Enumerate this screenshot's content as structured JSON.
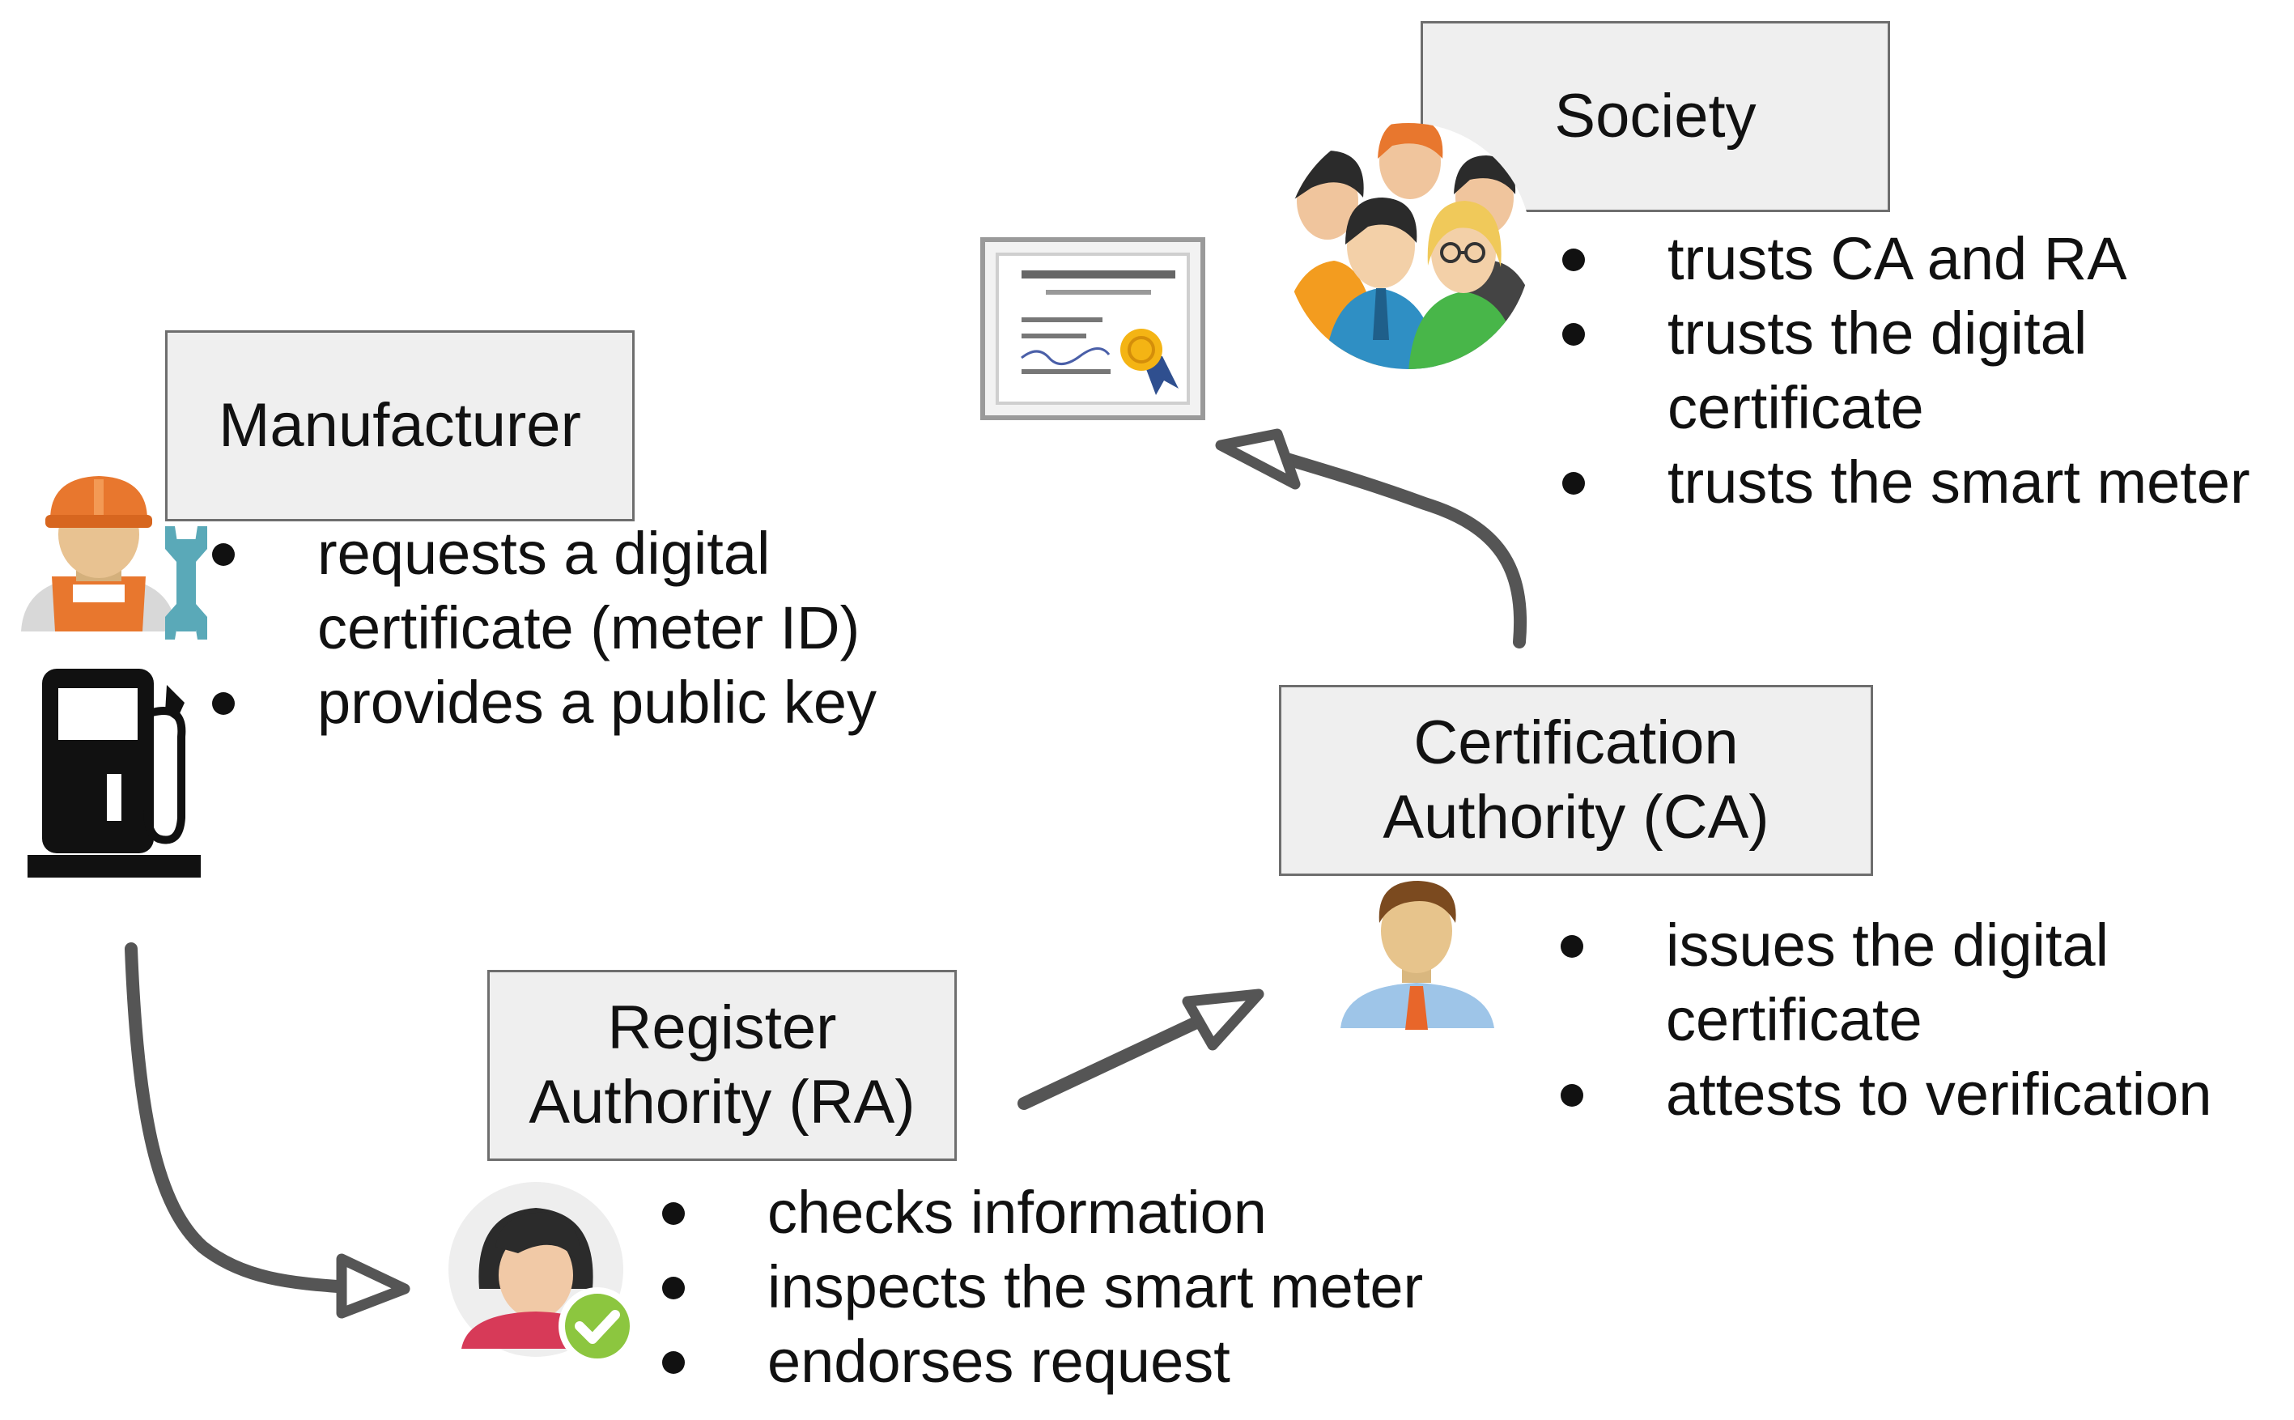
{
  "nodes": {
    "manufacturer": {
      "title": "Manufacturer",
      "bullets": [
        {
          "line1": "requests a digital",
          "line2": "certificate (meter ID)"
        },
        {
          "line1": "provides a public key",
          "line2": ""
        }
      ]
    },
    "ra": {
      "title_line1": "Register",
      "title_line2": "Authority (RA)",
      "bullets": [
        {
          "line1": "checks information"
        },
        {
          "line1": "inspects the smart meter"
        },
        {
          "line1": "endorses request"
        }
      ]
    },
    "ca": {
      "title_line1": "Certification",
      "title_line2": "Authority (CA)",
      "bullets": [
        {
          "line1": "issues the digital",
          "line2": "certificate"
        },
        {
          "line1": "attests to verification",
          "line2": ""
        }
      ]
    },
    "society": {
      "title": "Society",
      "bullets": [
        {
          "line1": "trusts CA and RA",
          "line2": ""
        },
        {
          "line1": "trusts the digital",
          "line2": "certificate"
        },
        {
          "line1": "trusts the smart meter",
          "line2": ""
        }
      ]
    }
  },
  "edges": [
    {
      "from": "manufacturer",
      "to": "ra"
    },
    {
      "from": "ra",
      "to": "ca"
    },
    {
      "from": "ca",
      "to": "certificate"
    }
  ],
  "icons": [
    "worker-icon",
    "wrench-icon",
    "fuel-pump-icon",
    "woman-check-icon",
    "businessman-icon",
    "certificate-icon",
    "group-people-icon"
  ],
  "colors": {
    "box_fill": "#efefef",
    "box_border": "#6e6e6e",
    "arrow": "#555555"
  }
}
